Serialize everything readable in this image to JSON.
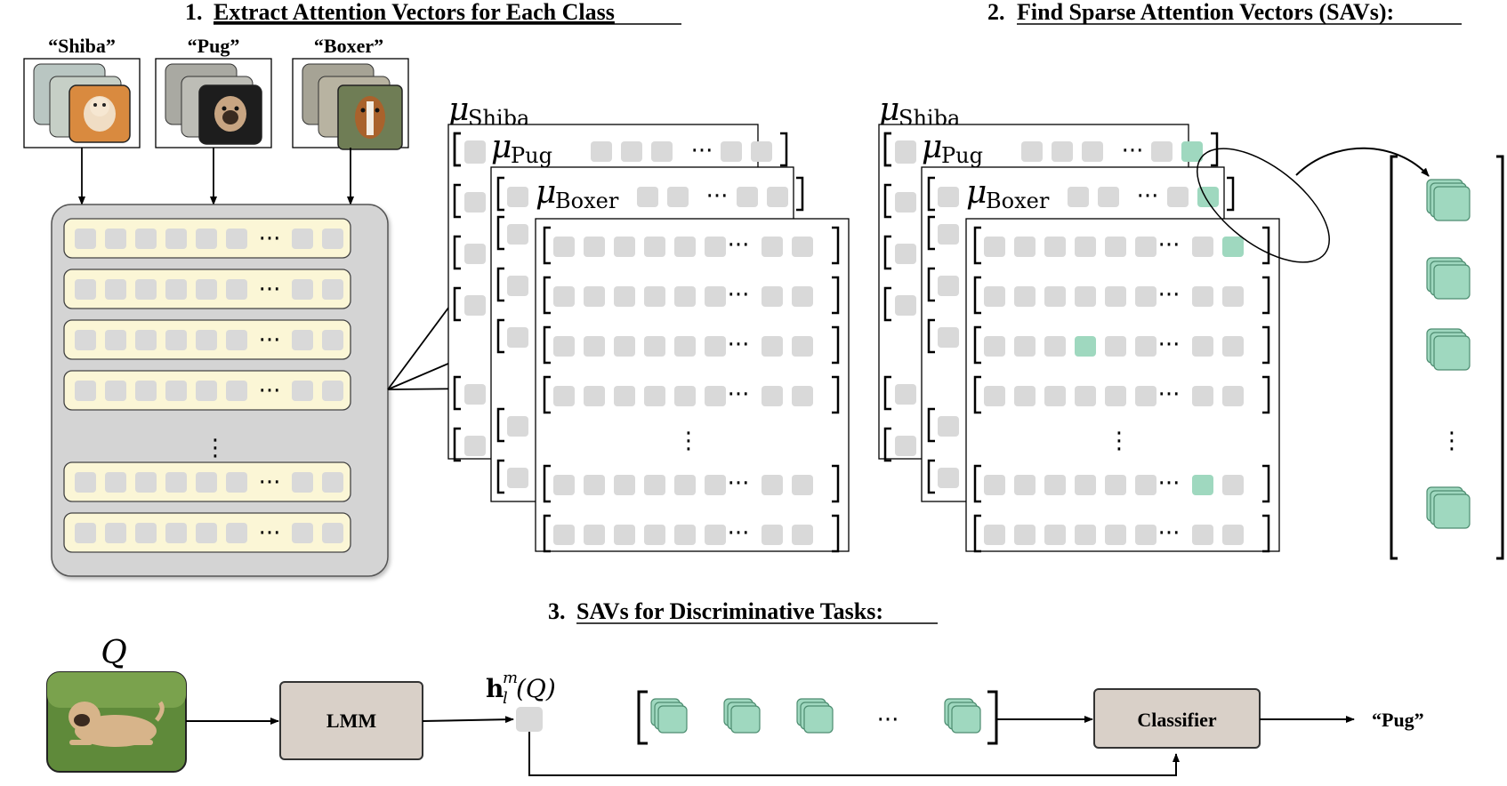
{
  "section_titles": {
    "step1_number": "1.",
    "step1": "Extract Attention Vectors for Each Class",
    "step2_number": "2.",
    "step2": "Find Sparse Attention Vectors (SAVs):",
    "step3_number": "3.",
    "step3": "SAVs for Discriminative Tasks:"
  },
  "classes": [
    "“Shiba”",
    "“Pug”",
    "“Boxer”"
  ],
  "mean_vectors": {
    "symbol": "μ",
    "labels": [
      "Shiba",
      "Pug",
      "Boxer"
    ]
  },
  "ellipsis_h": "···",
  "ellipsis_v": "⋮",
  "step3": {
    "query_label": "Q",
    "model_label": "LMM",
    "head_symbol": "h",
    "head_sub": "l",
    "head_sup": "m",
    "head_arg": "(Q)",
    "classifier_label": "Classifier",
    "output_label": "“Pug”"
  },
  "colors": {
    "cell": "#d9d9d9",
    "highlight": "#9fd8bf",
    "row_fill": "#fbf6d6",
    "panel_fill": "#d4d4d4",
    "model_box": "#d9d0c8",
    "grass": "#5f8a3a",
    "dog_fawn": "#d7b48a"
  },
  "icons": [
    "dog-photo-icon",
    "dog-photo-icon",
    "dog-photo-icon",
    "query-dog-photo-icon",
    "sav-stack-icon"
  ]
}
